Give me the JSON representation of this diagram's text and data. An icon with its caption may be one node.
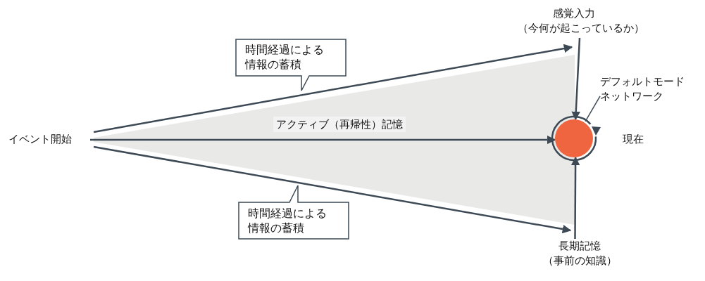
{
  "diagram": {
    "nodes": [
      {
        "text": [
          "イベント開始"
        ]
      },
      {
        "text": [
          "感覚入力",
          "（今何が起こっているか）"
        ]
      },
      {
        "text": [],
        "shape": "circle"
      },
      {
        "text": [
          "デフォルトモードネットワーク"
        ]
      },
      {
        "text": [
          "長期記憶",
          "（事前の知識）"
        ]
      },
      {
        "text": [
          "時間経過による情報の蓄積"
        ]
      },
      {
        "text": [
          "時間経過による情報の蓄積"
        ]
      }
    ],
    "edges": [
      {
        "from": 0,
        "to": 1,
        "arrow": "to"
      },
      {
        "from": 0,
        "to": 4,
        "arrow": "to"
      },
      {
        "from": 0,
        "to": 2,
        "arrow": "to",
        "label": "アクティブ（再帰性）記憶"
      },
      {
        "from": 1,
        "to": 2,
        "arrow": "to"
      },
      {
        "from": 4,
        "to": 2,
        "arrow": "to"
      },
      {
        "from": 3,
        "to": 2,
        "arrow": "none"
      }
    ],
    "labels": [
      "現在"
    ]
  }
}
